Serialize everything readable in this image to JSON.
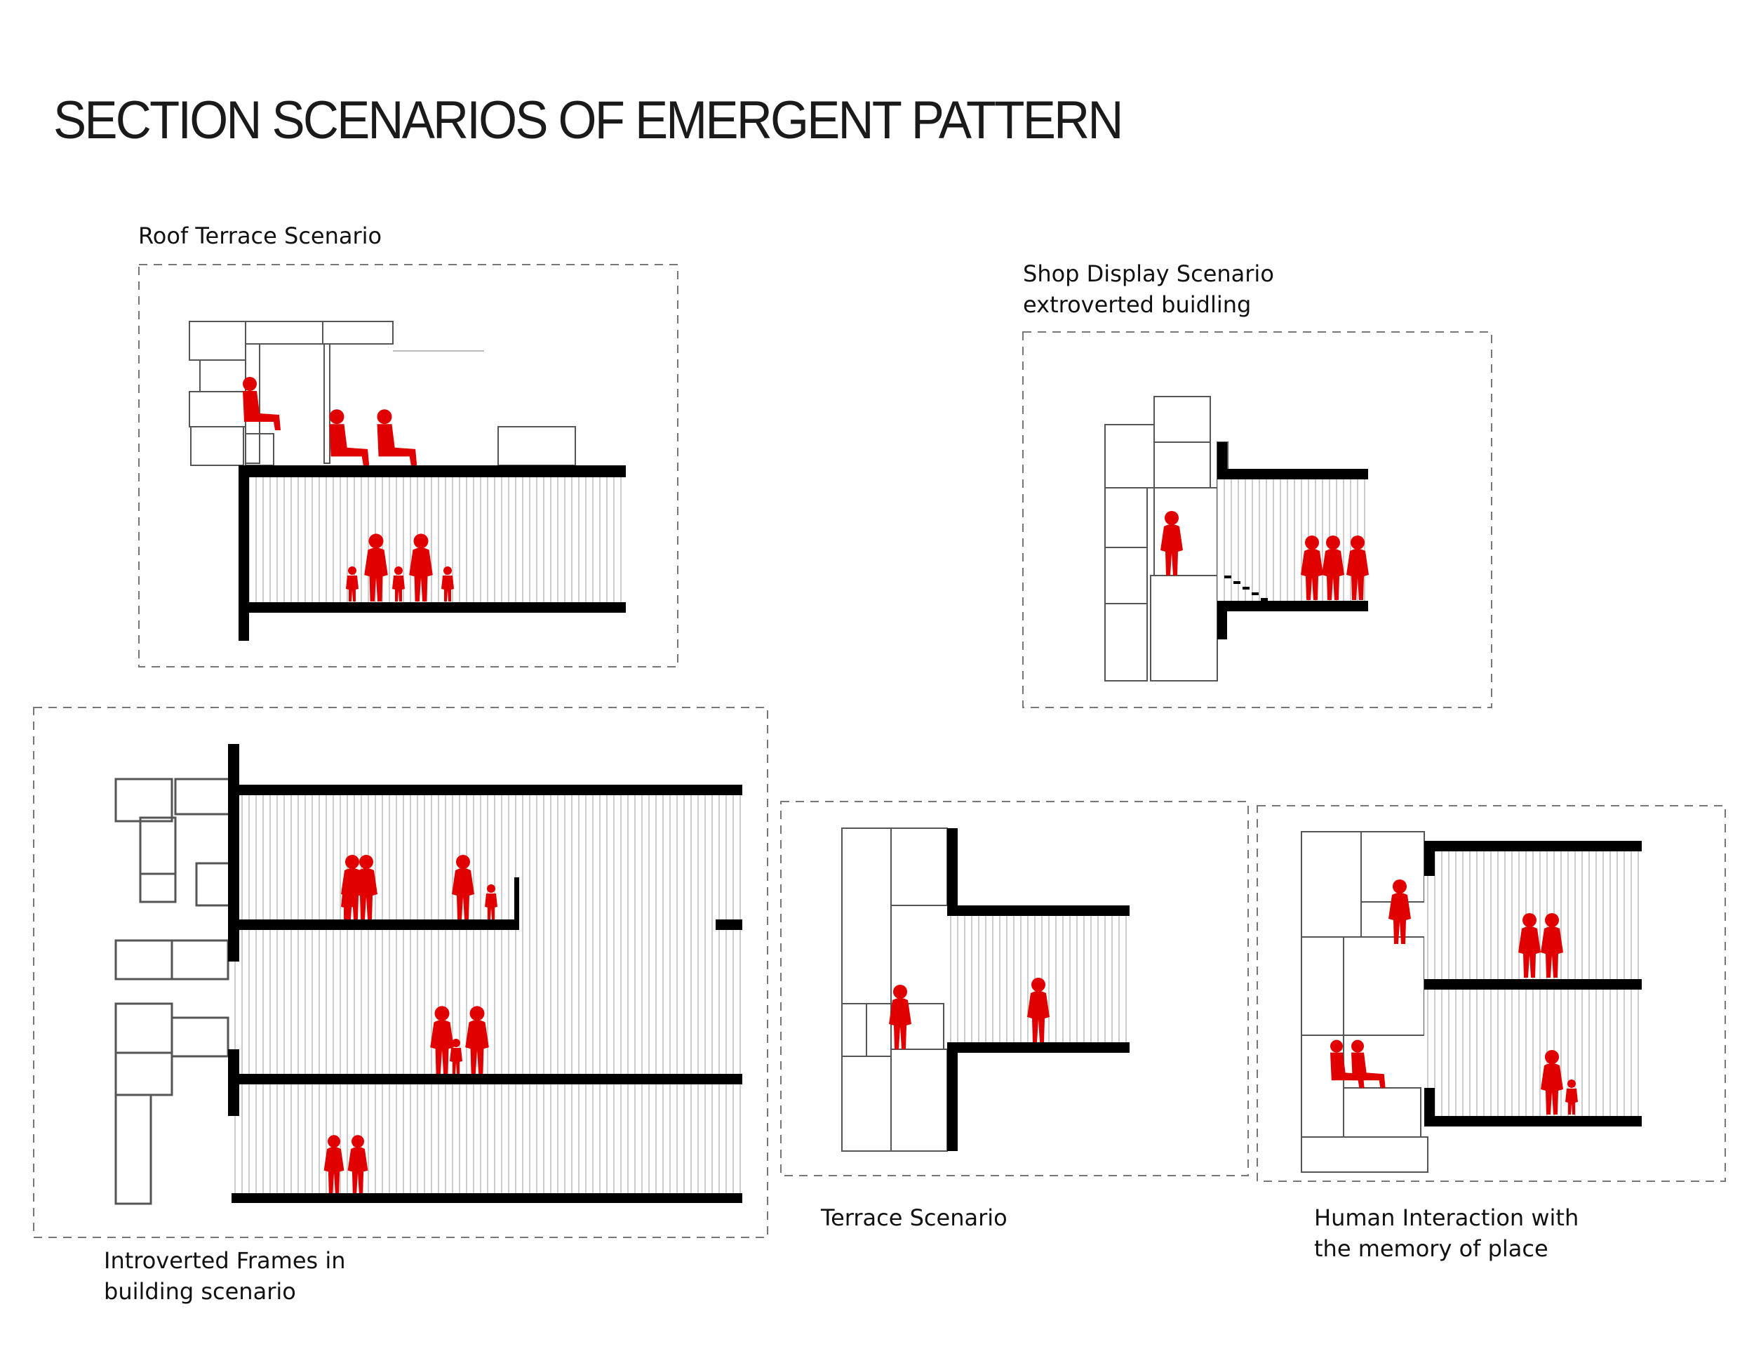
{
  "title": "SECTION SCENARIOS  OF EMERGENT PATTERN",
  "colors": {
    "figure": "#e00000",
    "structure": "#000000",
    "frame": "#555555",
    "hatch": "#b8b8b8",
    "border": "#777777"
  },
  "panels": [
    {
      "id": "roof-terrace",
      "caption_lines": [
        "Roof Terrace Scenario"
      ]
    },
    {
      "id": "shop-display",
      "caption_lines": [
        "Shop Display Scenario",
        "extroverted buidling"
      ]
    },
    {
      "id": "introverted-frames",
      "caption_lines": [
        "Introverted Frames in",
        "building scenario"
      ]
    },
    {
      "id": "terrace",
      "caption_lines": [
        "Terrace Scenario"
      ]
    },
    {
      "id": "human-interaction",
      "caption_lines": [
        "Human Interaction with",
        "the memory of place"
      ]
    }
  ]
}
